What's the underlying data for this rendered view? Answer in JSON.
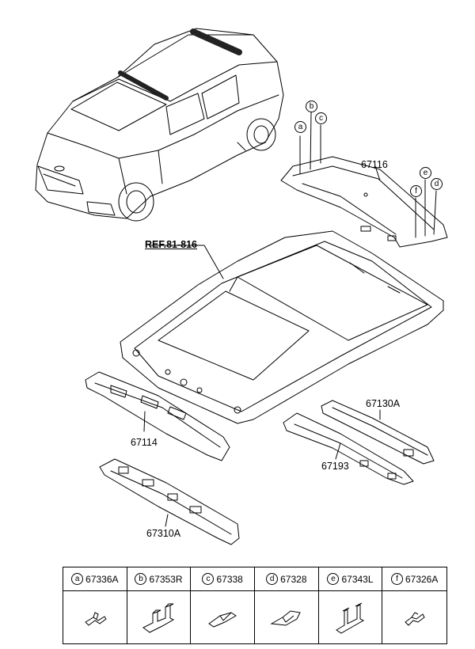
{
  "reference": "REF.81-816",
  "parts": [
    {
      "id": "roof-lining",
      "number": "67116"
    },
    {
      "id": "front-rail",
      "number": "67114"
    },
    {
      "id": "front-rail-bracket",
      "number": "67310A"
    },
    {
      "id": "center-bow",
      "number": "67130A"
    },
    {
      "id": "rear-rail",
      "number": "67193"
    }
  ],
  "callouts": [
    "a",
    "b",
    "c",
    "d",
    "e",
    "f"
  ],
  "legend": [
    {
      "letter": "a",
      "number": "67336A",
      "icon": "clip-a-icon"
    },
    {
      "letter": "b",
      "number": "67353R",
      "icon": "bracket-b-icon"
    },
    {
      "letter": "c",
      "number": "67338",
      "icon": "clip-c-icon"
    },
    {
      "letter": "d",
      "number": "67328",
      "icon": "clip-d-icon"
    },
    {
      "letter": "e",
      "number": "67343L",
      "icon": "bracket-e-icon"
    },
    {
      "letter": "f",
      "number": "67326A",
      "icon": "clip-f-icon"
    }
  ]
}
